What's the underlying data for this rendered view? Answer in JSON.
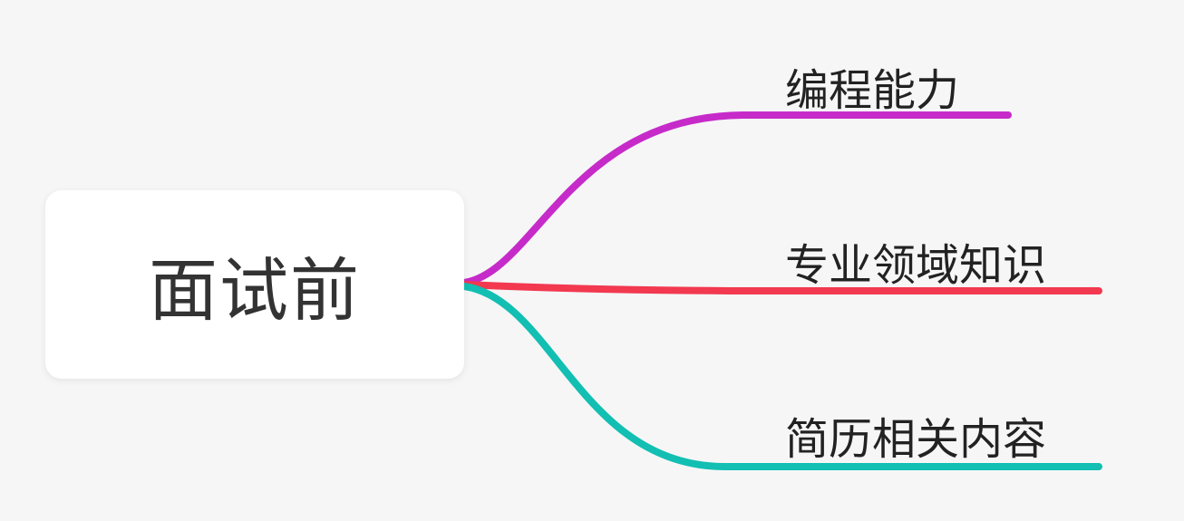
{
  "root": {
    "label": "面试前"
  },
  "branches": [
    {
      "label": "编程能力",
      "color": "#c62bc9"
    },
    {
      "label": "专业领域知识",
      "color": "#f2394f"
    },
    {
      "label": "简历相关内容",
      "color": "#12bfb2"
    }
  ]
}
